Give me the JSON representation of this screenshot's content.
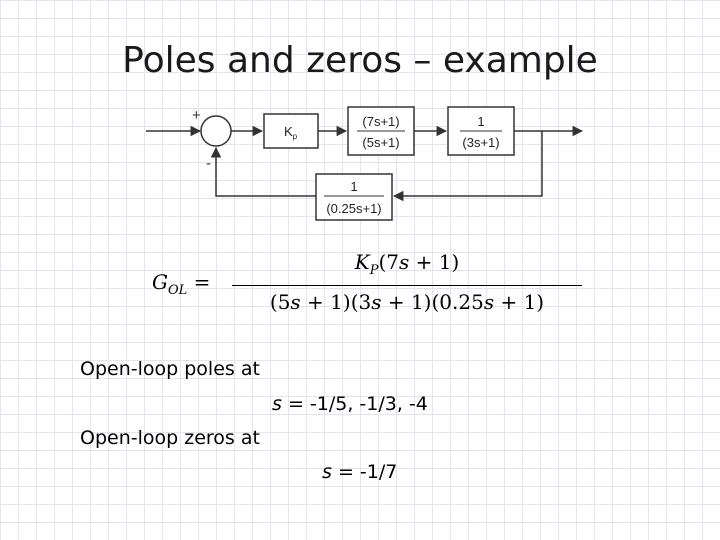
{
  "slide": {
    "title": "Poles and zeros – example"
  },
  "diagram": {
    "plus_sign": "+",
    "minus_sign": "-",
    "gain_block": "K",
    "gain_subscript": "p",
    "lead_block": {
      "numerator": "(7s+1)",
      "denominator": "(5s+1)"
    },
    "plant_block": {
      "numerator": "1",
      "denominator": "(3s+1)"
    },
    "feedback_block": {
      "numerator": "1",
      "denominator": "(0.25s+1)"
    }
  },
  "equation": {
    "lhs_symbol": "G",
    "lhs_subscript": "OL",
    "equals": "=",
    "numerator": "K_P(7s + 1)",
    "denominator": "(5s + 1)(3s + 1)(0.25s + 1)"
  },
  "text": {
    "poles_label": "Open-loop poles at",
    "poles_var": "s",
    "poles_values": " = -1/5, -1/3, -4",
    "zeros_label": "Open-loop zeros at",
    "zeros_var": "s",
    "zeros_values": " = -1/7"
  }
}
